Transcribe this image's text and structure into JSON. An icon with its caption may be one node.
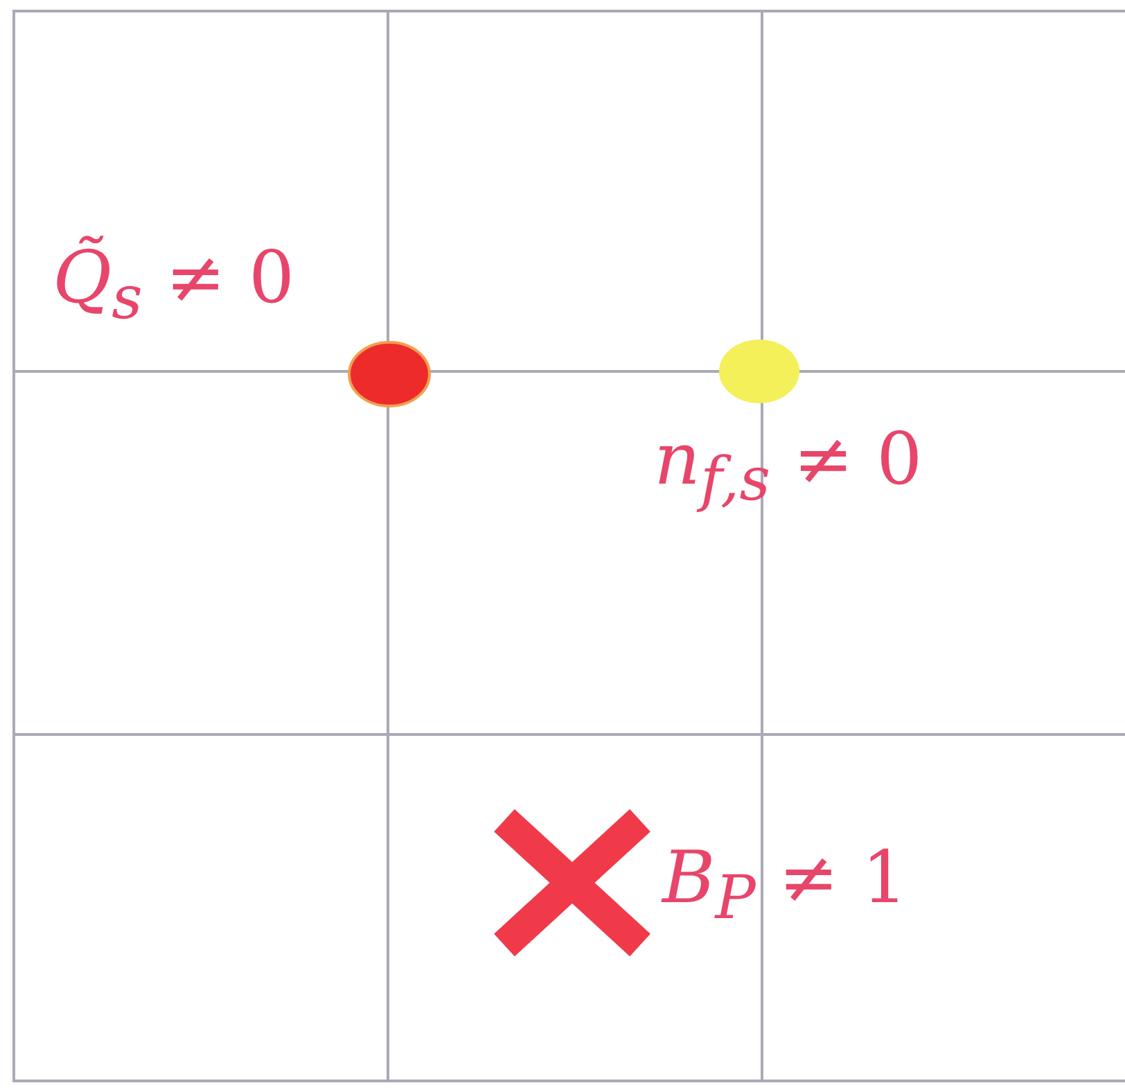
{
  "diagram": {
    "labels": [
      "*Q̃*$_{s}$ ≠ 0",
      "*n*$_{f,s}$ ≠ 0",
      "*B*$_{P}$ ≠ 1"
    ]
  }
}
